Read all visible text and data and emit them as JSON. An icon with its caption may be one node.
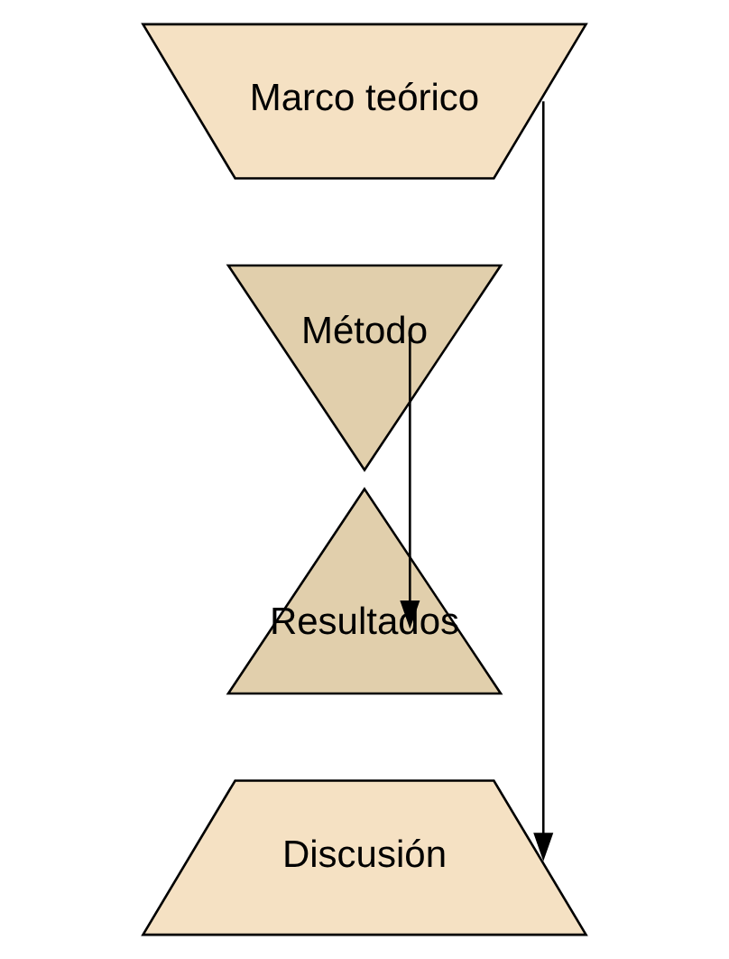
{
  "diagram": {
    "nodes": [
      {
        "text": [
          "Marco teórico"
        ]
      },
      {
        "text": [
          "Método"
        ]
      },
      {
        "text": [
          "Resultados"
        ]
      },
      {
        "text": [
          "Discusión"
        ]
      }
    ],
    "edges": [
      {
        "from": 0,
        "to": 3,
        "arrow": "to"
      },
      {
        "from": 1,
        "to": 2,
        "arrow": "to"
      }
    ]
  }
}
